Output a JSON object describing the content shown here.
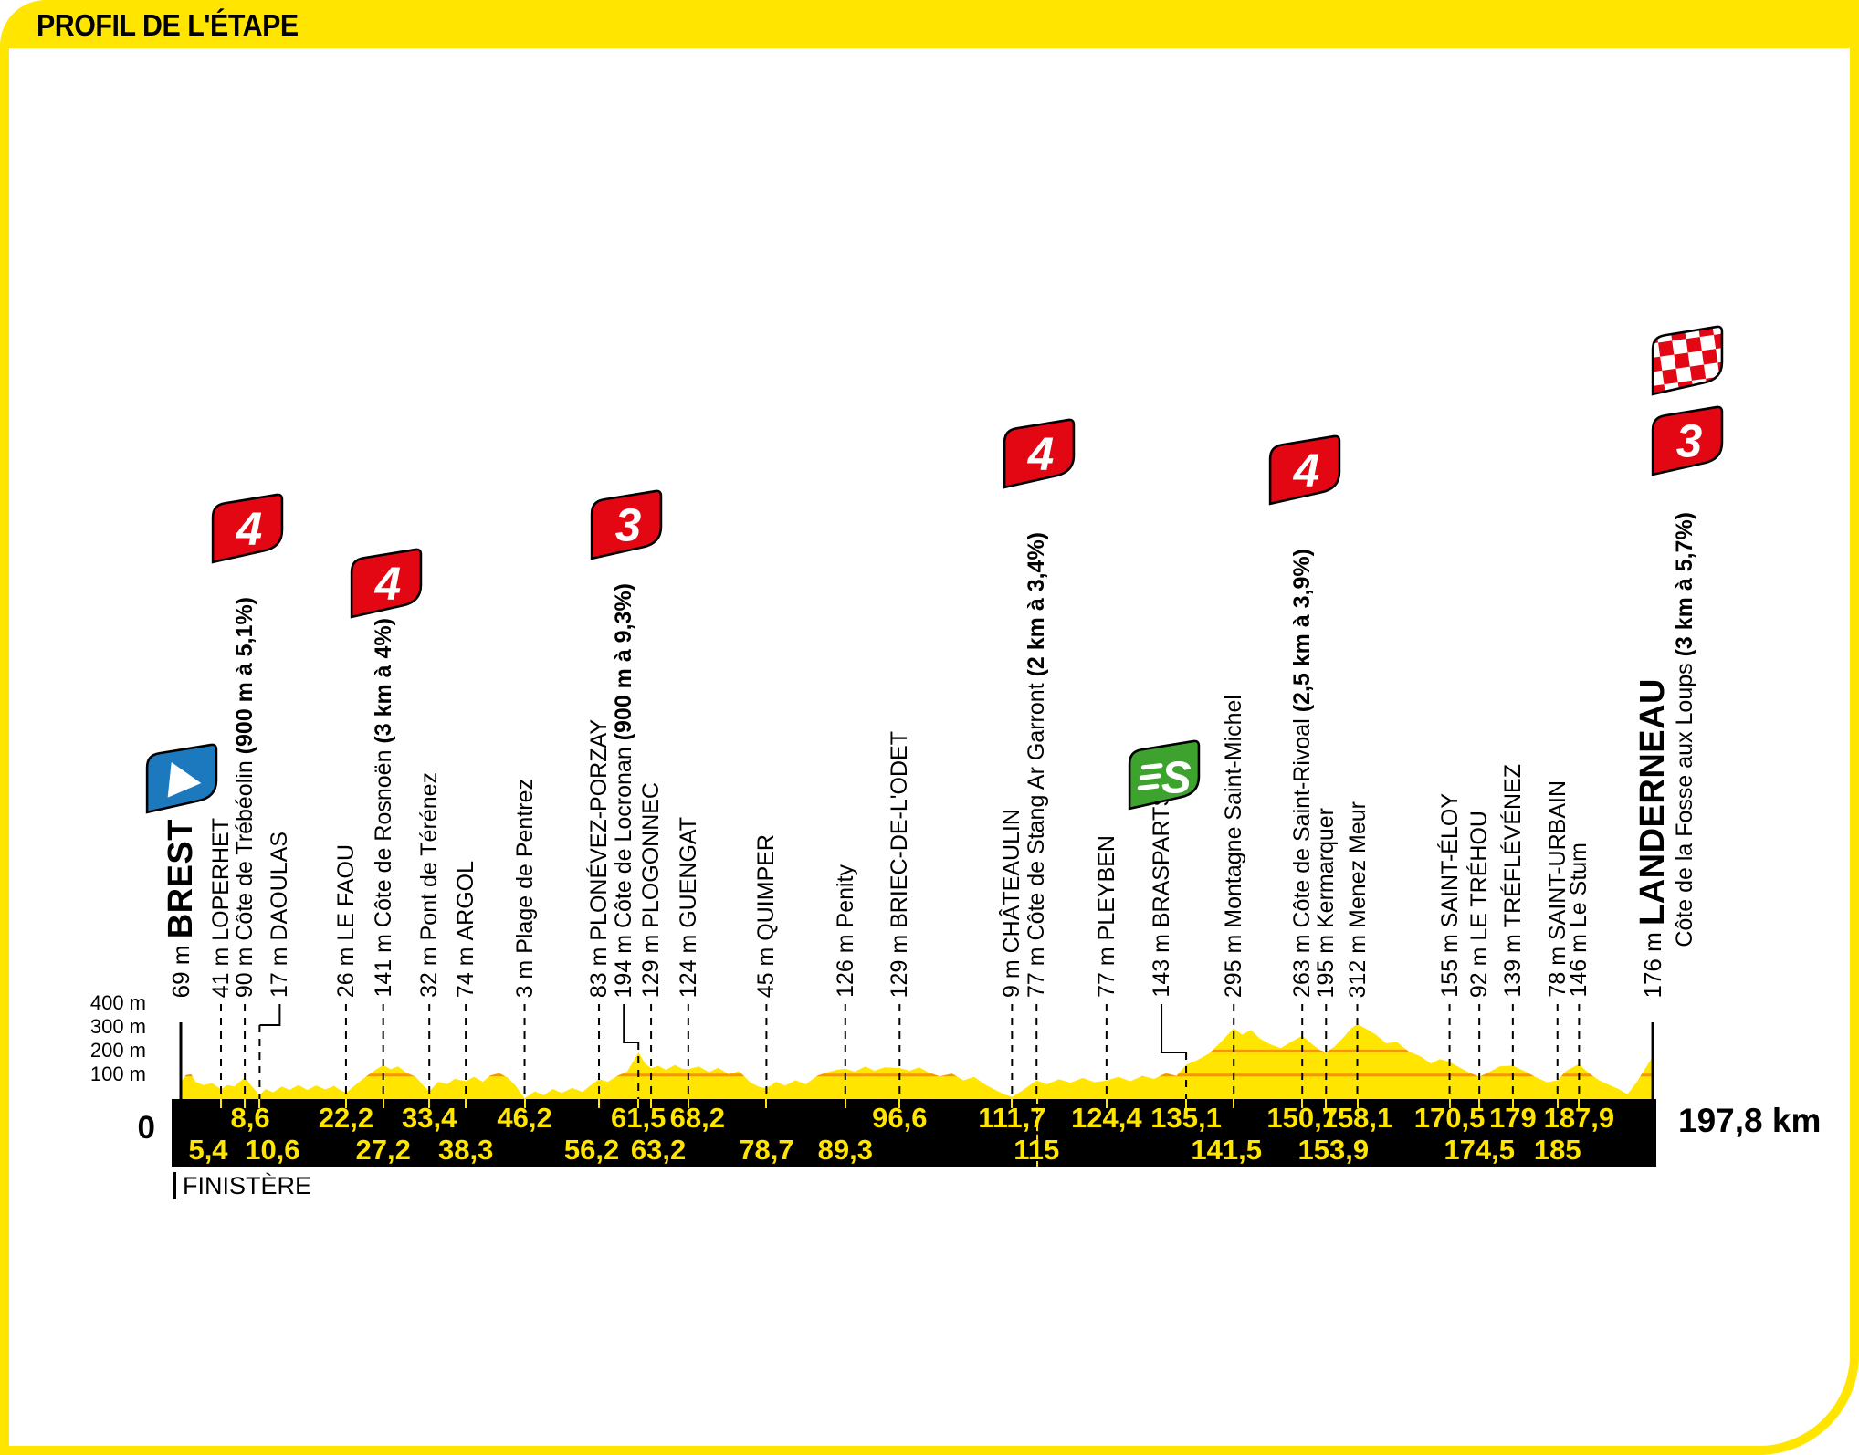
{
  "page": {
    "title": "PROFIL DE L'ÉTAPE",
    "department": "FINISTÈRE",
    "origin_label": "0",
    "total_distance_label": "197,8 km"
  },
  "axis": {
    "y_tick_labels": [
      "400 m",
      "300 m",
      "200 m",
      "100 m"
    ]
  },
  "colors": {
    "brand_yellow": "#FFE500",
    "profile_yellow": "#FFE500",
    "contour_orange": "#F39800",
    "category_red": "#E30613",
    "sprint_green": "#3EA32E",
    "start_blue": "#1C79BE",
    "bar_black": "#000000"
  },
  "chart_data": {
    "type": "area",
    "title": "PROFIL DE L'ÉTAPE",
    "xlabel": "km",
    "ylabel": "m",
    "x_range_km": [
      0,
      197.8
    ],
    "y_ticks_m": [
      100,
      200,
      300,
      400
    ],
    "total_distance_km": 197.8,
    "grid": "elevation contour lines at 100 m and 200 m inside profile",
    "waypoints": [
      {
        "km": 0,
        "km_label": "",
        "row": "",
        "elevation_label": "69 m",
        "name": "BREST",
        "city": true,
        "climb": "",
        "category": "",
        "marker": "start"
      },
      {
        "km": 5.4,
        "km_label": "5,4",
        "row": "bottom",
        "elevation_label": "41 m",
        "name": "LOPERHET",
        "city": false,
        "climb": "",
        "category": "",
        "marker": ""
      },
      {
        "km": 8.6,
        "km_label": "8,6",
        "row": "top",
        "elevation_label": "90 m",
        "name": "Côte de Trébéolin",
        "city": false,
        "climb": "(900 m à 5,1%)",
        "category": "4",
        "marker": "climb"
      },
      {
        "km": 10.6,
        "km_label": "10,6",
        "row": "bottom",
        "elevation_label": "17 m",
        "name": "DAOULAS",
        "city": false,
        "climb": "",
        "category": "",
        "marker": ""
      },
      {
        "km": 22.2,
        "km_label": "22,2",
        "row": "top",
        "elevation_label": "26 m",
        "name": "LE FAOU",
        "city": false,
        "climb": "",
        "category": "",
        "marker": ""
      },
      {
        "km": 27.2,
        "km_label": "27,2",
        "row": "bottom",
        "elevation_label": "141 m",
        "name": "Côte de Rosnoën",
        "city": false,
        "climb": "(3 km à 4%)",
        "category": "4",
        "marker": "climb"
      },
      {
        "km": 33.4,
        "km_label": "33,4",
        "row": "top",
        "elevation_label": "32 m",
        "name": "Pont de Térénez",
        "city": false,
        "climb": "",
        "category": "",
        "marker": ""
      },
      {
        "km": 38.3,
        "km_label": "38,3",
        "row": "bottom",
        "elevation_label": "74 m",
        "name": "ARGOL",
        "city": false,
        "climb": "",
        "category": "",
        "marker": ""
      },
      {
        "km": 46.2,
        "km_label": "46,2",
        "row": "top",
        "elevation_label": "3 m",
        "name": "Plage de Pentrez",
        "city": false,
        "climb": "",
        "category": "",
        "marker": ""
      },
      {
        "km": 56.2,
        "km_label": "56,2",
        "row": "bottom",
        "elevation_label": "83 m",
        "name": "PLONÉVEZ-PORZAY",
        "city": false,
        "climb": "",
        "category": "",
        "marker": ""
      },
      {
        "km": 61.5,
        "km_label": "61,5",
        "row": "top",
        "elevation_label": "194 m",
        "name": "Côte de Locronan",
        "city": false,
        "climb": "(900 m à 9,3%)",
        "category": "3",
        "marker": "climb"
      },
      {
        "km": 63.2,
        "km_label": "63,2",
        "row": "bottom",
        "elevation_label": "129 m",
        "name": "PLOGONNEC",
        "city": false,
        "climb": "",
        "category": "",
        "marker": ""
      },
      {
        "km": 68.2,
        "km_label": "68,2",
        "row": "top",
        "elevation_label": "124 m",
        "name": "GUENGAT",
        "city": false,
        "climb": "",
        "category": "",
        "marker": ""
      },
      {
        "km": 78.7,
        "km_label": "78,7",
        "row": "bottom",
        "elevation_label": "45 m",
        "name": "QUIMPER",
        "city": false,
        "climb": "",
        "category": "",
        "marker": ""
      },
      {
        "km": 89.3,
        "km_label": "89,3",
        "row": "bottom",
        "elevation_label": "126 m",
        "name": "Penity",
        "city": false,
        "climb": "",
        "category": "",
        "marker": ""
      },
      {
        "km": 96.6,
        "km_label": "96,6",
        "row": "top",
        "elevation_label": "129 m",
        "name": "BRIEC-DE-L'ODET",
        "city": false,
        "climb": "",
        "category": "",
        "marker": ""
      },
      {
        "km": 111.7,
        "km_label": "111,7",
        "row": "top",
        "elevation_label": "9 m",
        "name": "CHÂTEAULIN",
        "city": false,
        "climb": "",
        "category": "",
        "marker": ""
      },
      {
        "km": 115,
        "km_label": "115",
        "row": "bottom",
        "elevation_label": "77 m",
        "name": "Côte de Stang Ar Garront",
        "city": false,
        "climb": "(2 km à 3,4%)",
        "category": "4",
        "marker": "climb"
      },
      {
        "km": 124.4,
        "km_label": "124,4",
        "row": "top",
        "elevation_label": "77 m",
        "name": "PLEYBEN",
        "city": false,
        "climb": "",
        "category": "",
        "marker": ""
      },
      {
        "km": 135.1,
        "km_label": "135,1",
        "row": "top",
        "elevation_label": "143 m",
        "name": "BRASPARTS",
        "city": false,
        "climb": "",
        "category": "S",
        "marker": "sprint"
      },
      {
        "km": 141.5,
        "km_label": "141,5",
        "row": "bottom",
        "elevation_label": "295 m",
        "name": "Montagne Saint-Michel",
        "city": false,
        "climb": "",
        "category": "",
        "marker": ""
      },
      {
        "km": 150.7,
        "km_label": "150,7",
        "row": "top",
        "elevation_label": "263 m",
        "name": "Côte de Saint-Rivoal",
        "city": false,
        "climb": "(2,5 km à 3,9%)",
        "category": "4",
        "marker": "climb"
      },
      {
        "km": 153.9,
        "km_label": "153,9",
        "row": "bottom",
        "elevation_label": "195 m",
        "name": "Kermarquer",
        "city": false,
        "climb": "",
        "category": "",
        "marker": ""
      },
      {
        "km": 158.1,
        "km_label": "158,1",
        "row": "top",
        "elevation_label": "312 m",
        "name": "Menez Meur",
        "city": false,
        "climb": "",
        "category": "",
        "marker": ""
      },
      {
        "km": 170.5,
        "km_label": "170,5",
        "row": "top",
        "elevation_label": "155 m",
        "name": "SAINT-ÉLOY",
        "city": false,
        "climb": "",
        "category": "",
        "marker": ""
      },
      {
        "km": 174.5,
        "km_label": "174,5",
        "row": "bottom",
        "elevation_label": "92 m",
        "name": "LE TRÉHOU",
        "city": false,
        "climb": "",
        "category": "",
        "marker": ""
      },
      {
        "km": 179,
        "km_label": "179",
        "row": "top",
        "elevation_label": "139 m",
        "name": "TRÉFLÉVÉNEZ",
        "city": false,
        "climb": "",
        "category": "",
        "marker": ""
      },
      {
        "km": 185,
        "km_label": "185",
        "row": "bottom",
        "elevation_label": "78 m",
        "name": "SAINT-URBAIN",
        "city": false,
        "climb": "",
        "category": "",
        "marker": ""
      },
      {
        "km": 187.9,
        "km_label": "187,9",
        "row": "top",
        "elevation_label": "146 m",
        "name": "Le Stum",
        "city": false,
        "climb": "",
        "category": "",
        "marker": ""
      },
      {
        "km": 197.8,
        "km_label": "",
        "row": "",
        "elevation_label": "176 m",
        "name": "LANDERNEAU",
        "city": true,
        "climb": "",
        "category": "",
        "marker": "finish"
      }
    ],
    "finish_climb": {
      "name": "Côte de la Fosse aux Loups",
      "climb": "(3 km à 5,7%)",
      "category": "3"
    },
    "profile_points": [
      [
        0,
        69
      ],
      [
        0.7,
        100
      ],
      [
        1.4,
        103
      ],
      [
        2,
        72
      ],
      [
        3,
        58
      ],
      [
        4.2,
        66
      ],
      [
        5.4,
        41
      ],
      [
        6.3,
        58
      ],
      [
        7.2,
        52
      ],
      [
        8.6,
        90
      ],
      [
        9.4,
        58
      ],
      [
        10.6,
        17
      ],
      [
        11.4,
        42
      ],
      [
        12.4,
        28
      ],
      [
        13.6,
        52
      ],
      [
        14.6,
        38
      ],
      [
        15.8,
        58
      ],
      [
        17,
        38
      ],
      [
        18.2,
        56
      ],
      [
        19.4,
        40
      ],
      [
        20.6,
        54
      ],
      [
        21.4,
        38
      ],
      [
        22.2,
        26
      ],
      [
        23.6,
        62
      ],
      [
        25,
        96
      ],
      [
        26.2,
        122
      ],
      [
        27.2,
        141
      ],
      [
        28.2,
        124
      ],
      [
        29.2,
        136
      ],
      [
        30.4,
        108
      ],
      [
        31.6,
        92
      ],
      [
        32.6,
        56
      ],
      [
        33.4,
        32
      ],
      [
        34.6,
        72
      ],
      [
        35.8,
        62
      ],
      [
        36.8,
        84
      ],
      [
        38.3,
        74
      ],
      [
        39.4,
        92
      ],
      [
        40.6,
        72
      ],
      [
        41.6,
        98
      ],
      [
        42.8,
        108
      ],
      [
        44,
        88
      ],
      [
        45,
        55
      ],
      [
        46.2,
        3
      ],
      [
        47.6,
        32
      ],
      [
        48.8,
        16
      ],
      [
        50,
        42
      ],
      [
        51.2,
        26
      ],
      [
        52.6,
        46
      ],
      [
        54,
        30
      ],
      [
        55,
        55
      ],
      [
        56.2,
        83
      ],
      [
        57.4,
        72
      ],
      [
        58.6,
        95
      ],
      [
        60,
        115
      ],
      [
        61.5,
        194
      ],
      [
        62.4,
        148
      ],
      [
        63.2,
        129
      ],
      [
        64.2,
        138
      ],
      [
        65.2,
        122
      ],
      [
        66.4,
        142
      ],
      [
        67.4,
        126
      ],
      [
        68.2,
        124
      ],
      [
        69.6,
        136
      ],
      [
        71,
        112
      ],
      [
        72.2,
        130
      ],
      [
        73.6,
        104
      ],
      [
        75,
        116
      ],
      [
        76.6,
        68
      ],
      [
        77.6,
        52
      ],
      [
        78.7,
        45
      ],
      [
        80,
        72
      ],
      [
        81.2,
        56
      ],
      [
        82.6,
        78
      ],
      [
        84,
        62
      ],
      [
        85.6,
        98
      ],
      [
        87.2,
        114
      ],
      [
        88.2,
        122
      ],
      [
        89.3,
        126
      ],
      [
        90.6,
        114
      ],
      [
        92,
        136
      ],
      [
        93.2,
        118
      ],
      [
        94.6,
        132
      ],
      [
        96.6,
        129
      ],
      [
        98,
        118
      ],
      [
        99.2,
        132
      ],
      [
        100.4,
        112
      ],
      [
        102,
        94
      ],
      [
        103.6,
        106
      ],
      [
        105.2,
        78
      ],
      [
        106.6,
        92
      ],
      [
        108.2,
        58
      ],
      [
        109.6,
        36
      ],
      [
        110.8,
        18
      ],
      [
        111.7,
        9
      ],
      [
        113,
        34
      ],
      [
        115,
        77
      ],
      [
        116.4,
        62
      ],
      [
        118,
        82
      ],
      [
        119.6,
        68
      ],
      [
        121.2,
        88
      ],
      [
        122.8,
        70
      ],
      [
        124.4,
        77
      ],
      [
        126,
        92
      ],
      [
        127.6,
        74
      ],
      [
        129.2,
        96
      ],
      [
        130.8,
        84
      ],
      [
        132.4,
        108
      ],
      [
        133.8,
        96
      ],
      [
        135.1,
        143
      ],
      [
        136.6,
        162
      ],
      [
        138.2,
        190
      ],
      [
        139.8,
        238
      ],
      [
        141.5,
        295
      ],
      [
        142.6,
        268
      ],
      [
        143.8,
        288
      ],
      [
        145,
        252
      ],
      [
        146.4,
        228
      ],
      [
        147.8,
        212
      ],
      [
        149.2,
        238
      ],
      [
        150.7,
        263
      ],
      [
        151.9,
        232
      ],
      [
        153,
        205
      ],
      [
        153.9,
        195
      ],
      [
        155,
        218
      ],
      [
        156.2,
        255
      ],
      [
        157.2,
        292
      ],
      [
        158.1,
        312
      ],
      [
        159.2,
        294
      ],
      [
        160.6,
        268
      ],
      [
        162,
        232
      ],
      [
        163.4,
        238
      ],
      [
        165,
        198
      ],
      [
        166.6,
        178
      ],
      [
        168,
        148
      ],
      [
        169.2,
        166
      ],
      [
        170.5,
        155
      ],
      [
        171.8,
        132
      ],
      [
        173,
        112
      ],
      [
        174.5,
        92
      ],
      [
        175.8,
        112
      ],
      [
        177.2,
        136
      ],
      [
        179,
        139
      ],
      [
        180.6,
        116
      ],
      [
        182,
        92
      ],
      [
        183.6,
        70
      ],
      [
        185,
        78
      ],
      [
        186.2,
        118
      ],
      [
        187.9,
        146
      ],
      [
        189.2,
        108
      ],
      [
        190.6,
        78
      ],
      [
        192,
        58
      ],
      [
        193.2,
        42
      ],
      [
        194.4,
        20
      ],
      [
        195.6,
        68
      ],
      [
        196.6,
        118
      ],
      [
        197.8,
        176
      ]
    ]
  }
}
